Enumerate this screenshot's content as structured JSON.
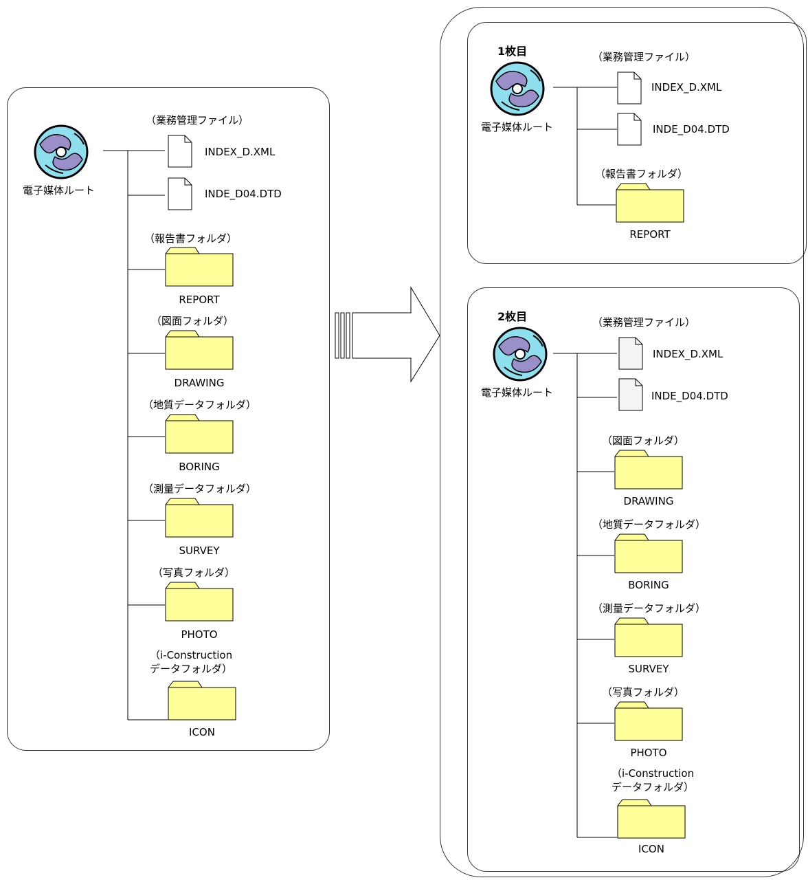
{
  "root_label": "電子媒体ルート",
  "group_label": "（業務管理ファイル）",
  "files": [
    "INDEX_D.XML",
    "INDE_D04.DTD"
  ],
  "folders": {
    "report": {
      "caption": "（報告書フォルダ）",
      "name": "REPORT"
    },
    "drawing": {
      "caption": "（図面フォルダ）",
      "name": "DRAWING"
    },
    "boring": {
      "caption": "（地質データフォルダ）",
      "name": "BORING"
    },
    "survey": {
      "caption": "（測量データフォルダ）",
      "name": "SURVEY"
    },
    "photo": {
      "caption": "（写真フォルダ）",
      "name": "PHOTO"
    },
    "icon": {
      "caption_line1": "（i-Construction",
      "caption_line2": "データフォルダ）",
      "name": "ICON"
    }
  },
  "disc1_label": "1枚目",
  "disc2_label": "2枚目",
  "colors": {
    "folder_fill": "#ffff99",
    "disc_blue": "#8fe0ee",
    "disc_purple": "#9a8fc8"
  }
}
